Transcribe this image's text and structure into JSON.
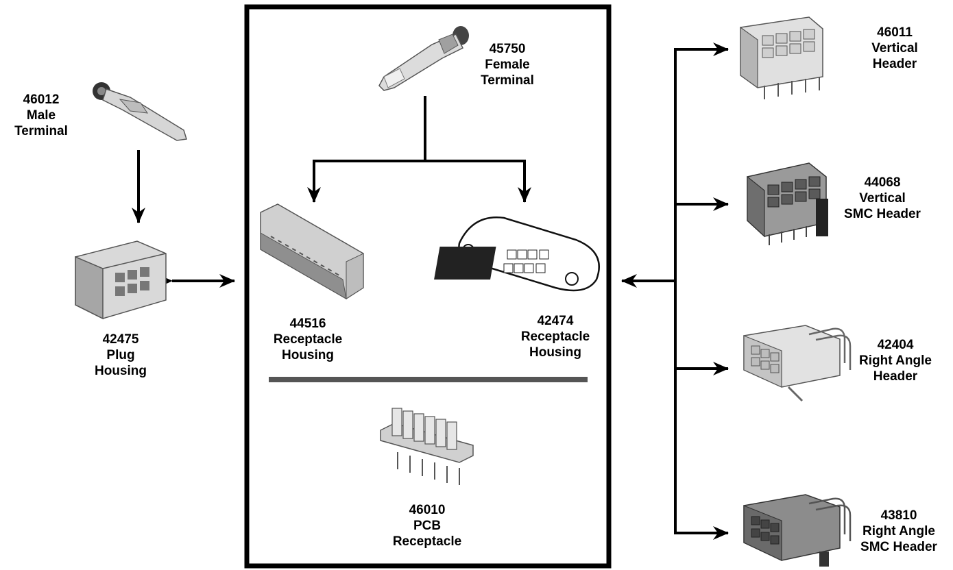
{
  "parts": {
    "male_terminal": {
      "number": "46012",
      "line1": "Male",
      "line2": "Terminal"
    },
    "female_terminal": {
      "number": "45750",
      "line1": "Female",
      "line2": "Terminal"
    },
    "plug_housing": {
      "number": "42475",
      "line1": "Plug",
      "line2": "Housing"
    },
    "receptacle_44516": {
      "number": "44516",
      "line1": "Receptacle",
      "line2": "Housing"
    },
    "receptacle_42474": {
      "number": "42474",
      "line1": "Receptacle",
      "line2": "Housing"
    },
    "pcb_receptacle": {
      "number": "46010",
      "line1": "PCB",
      "line2": "Receptacle"
    },
    "vertical_header": {
      "number": "46011",
      "line1": "Vertical",
      "line2": "Header"
    },
    "vertical_smc_header": {
      "number": "44068",
      "line1": "Vertical",
      "line2": "SMC Header"
    },
    "right_angle_header": {
      "number": "42404",
      "line1": "Right Angle",
      "line2": "Header"
    },
    "right_angle_smc_header": {
      "number": "43810",
      "line1": "Right Angle",
      "line2": "SMC Header"
    }
  },
  "colors": {
    "line": "#000000",
    "divider": "#555555",
    "part_light": "#d9d9d9",
    "part_mid": "#a6a6a6",
    "part_dark": "#4a4a4a"
  }
}
